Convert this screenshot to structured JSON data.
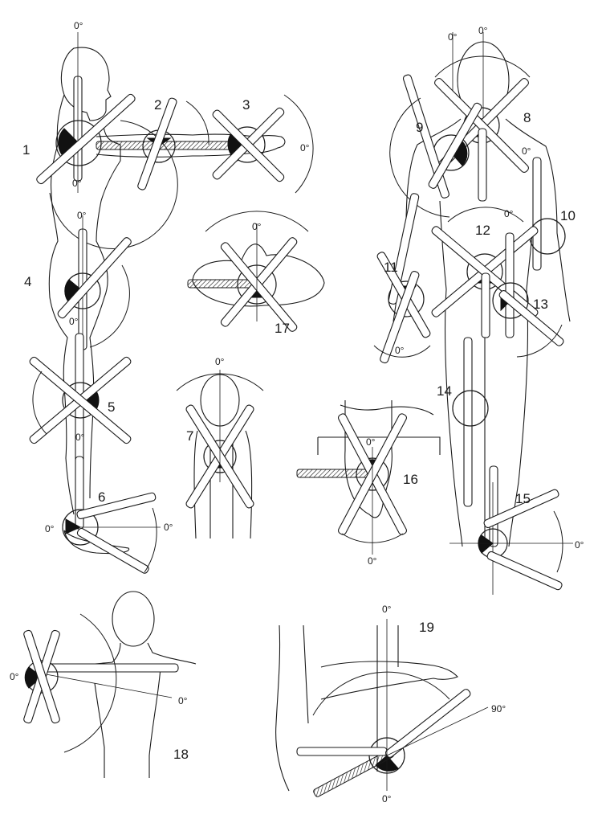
{
  "figure_numbers": [
    "1",
    "2",
    "3",
    "4",
    "5",
    "6",
    "7",
    "8",
    "9",
    "10",
    "11",
    "12",
    "13",
    "14",
    "15",
    "16",
    "17",
    "18",
    "19"
  ],
  "zero_label": "0°",
  "ninety_label": "90°"
}
